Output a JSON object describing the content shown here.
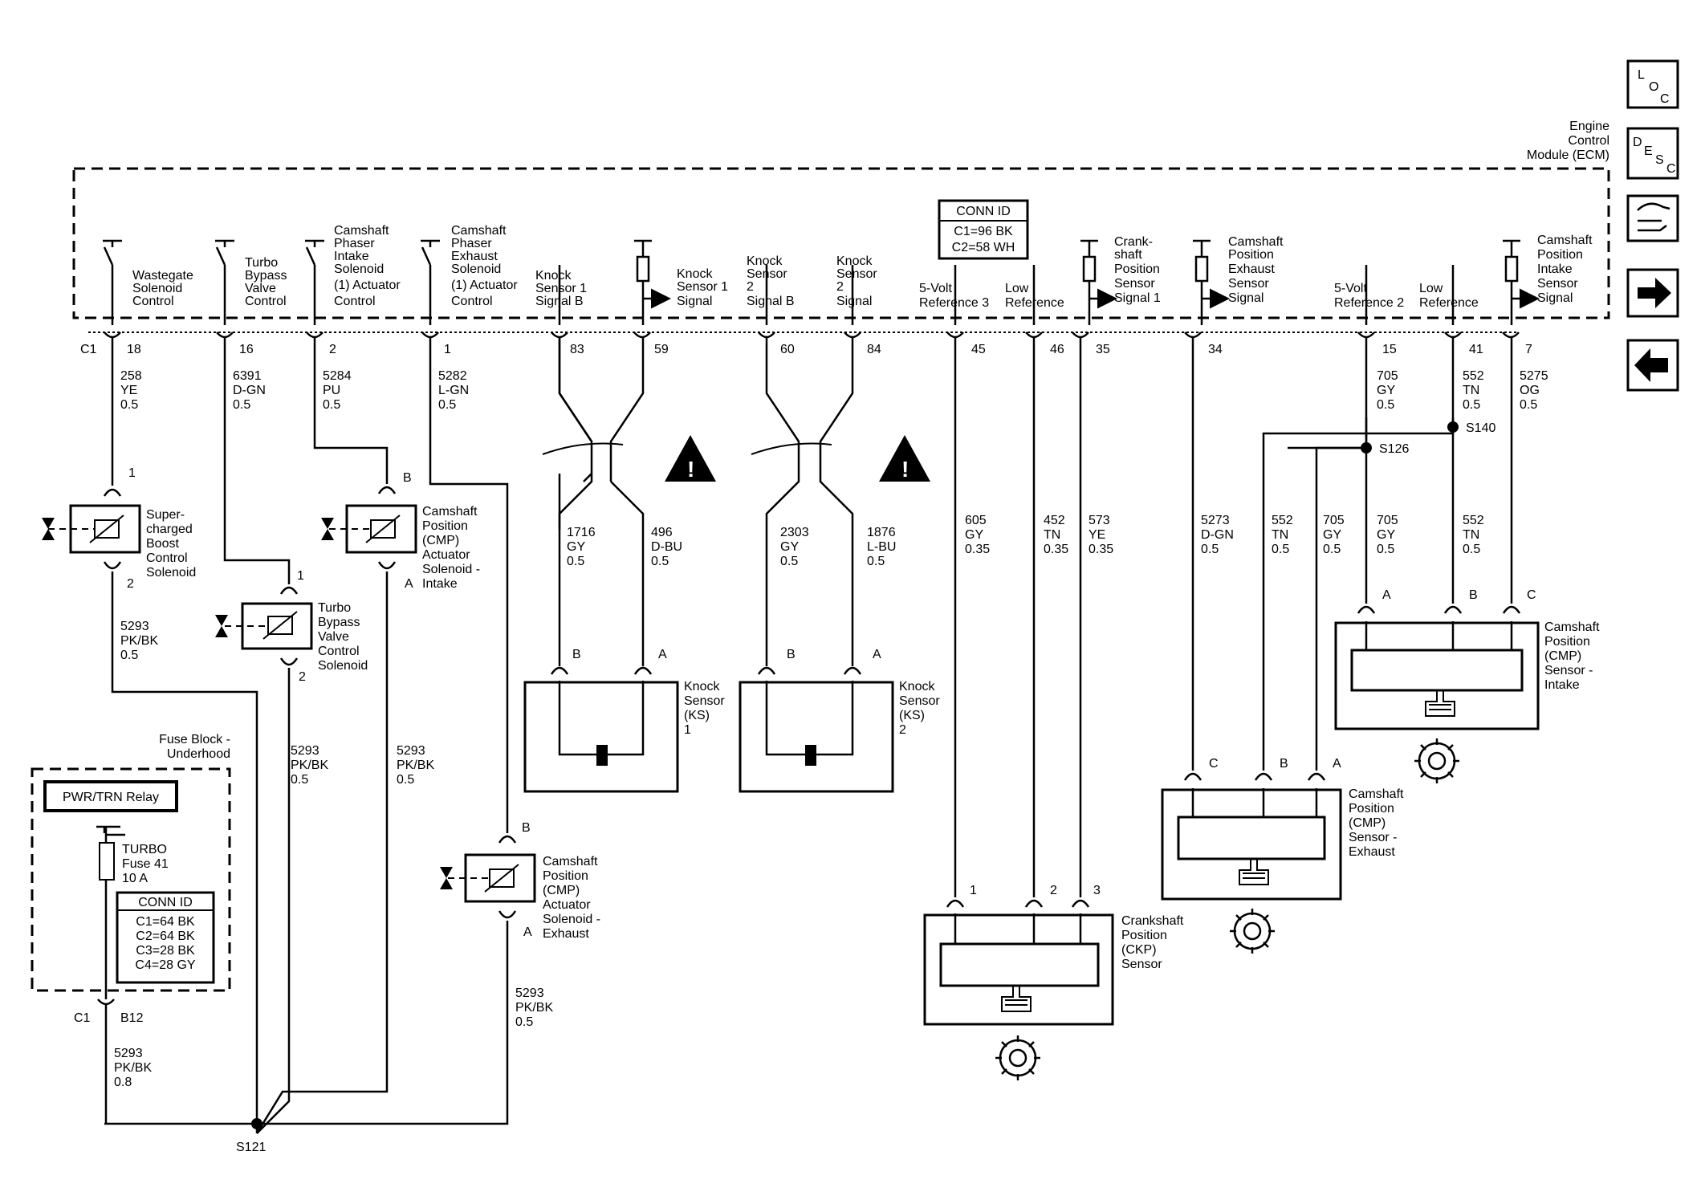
{
  "ecm": {
    "name_lines": [
      "Engine",
      "Control",
      "Module (ECM)"
    ],
    "conn_id_title": "CONN ID",
    "conn_id_lines": [
      "C1=96 BK",
      "C2=58 WH"
    ],
    "connector_label": "C1"
  },
  "nav": {
    "loc": [
      "L",
      "O",
      "C"
    ],
    "desc": [
      "D",
      "E",
      "S",
      "C"
    ]
  },
  "pins": [
    {
      "num": "18",
      "label": [
        "Wastegate",
        "Solenoid",
        "Control"
      ],
      "wire": [
        "258",
        "YE",
        "0.5"
      ]
    },
    {
      "num": "16",
      "label": [
        "Turbo",
        "Bypass",
        "Valve",
        "Control"
      ],
      "wire": [
        "6391",
        "D-GN",
        "0.5"
      ]
    },
    {
      "num": "2",
      "label": [
        "Camshaft",
        "Phaser",
        "Intake",
        "Solenoid",
        "(1) Actuator",
        "Control"
      ],
      "wire": [
        "5284",
        "PU",
        "0.5"
      ]
    },
    {
      "num": "1",
      "label": [
        "Camshaft",
        "Phaser",
        "Exhaust",
        "Solenoid",
        "(1) Actuator",
        "Control"
      ],
      "wire": [
        "5282",
        "L-GN",
        "0.5"
      ]
    },
    {
      "num": "83",
      "label": [
        "Knock",
        "Sensor 1",
        "Signal B"
      ]
    },
    {
      "num": "59",
      "label": [
        "Knock",
        "Sensor 1",
        "Signal"
      ]
    },
    {
      "num": "60",
      "label": [
        "Knock",
        "Sensor",
        "2",
        "Signal B"
      ]
    },
    {
      "num": "84",
      "label": [
        "Knock",
        "Sensor",
        "2",
        "Signal"
      ]
    },
    {
      "num": "45",
      "label": [
        "5-Volt",
        "Reference 3"
      ]
    },
    {
      "num": "46",
      "label": [
        "Low",
        "Reference"
      ]
    },
    {
      "num": "35",
      "label": [
        "Crank-",
        "shaft",
        "Position",
        "Sensor",
        "Signal 1"
      ]
    },
    {
      "num": "34",
      "label": [
        "Camshaft",
        "Position",
        "Exhaust",
        "Sensor",
        "Signal"
      ]
    },
    {
      "num": "15",
      "label": [
        "5-Volt",
        "Reference 2"
      ],
      "wire": [
        "705",
        "GY",
        "0.5"
      ]
    },
    {
      "num": "41",
      "label": [
        "Low",
        "Reference"
      ],
      "wire": [
        "552",
        "TN",
        "0.5"
      ]
    },
    {
      "num": "7",
      "label": [
        "Camshaft",
        "Position",
        "Intake",
        "Sensor",
        "Signal"
      ],
      "wire": [
        "5275",
        "OG",
        "0.5"
      ]
    }
  ],
  "components": {
    "boost": {
      "label": [
        "Super-",
        "charged",
        "Boost",
        "Control",
        "Solenoid"
      ],
      "pin_top": "1",
      "pin_bot": "2"
    },
    "bypass": {
      "label": [
        "Turbo",
        "Bypass",
        "Valve",
        "Control",
        "Solenoid"
      ],
      "pin_top": "1",
      "pin_bot": "2"
    },
    "cmp_intake_sol": {
      "label": [
        "Camshaft",
        "Position",
        "(CMP)",
        "Actuator",
        "Solenoid -",
        "Intake"
      ],
      "pin_top": "B",
      "pin_bot": "A"
    },
    "cmp_exhaust_sol": {
      "label": [
        "Camshaft",
        "Position",
        "(CMP)",
        "Actuator",
        "Solenoid -",
        "Exhaust"
      ],
      "pin_top": "B",
      "pin_bot": "A"
    },
    "ks1": {
      "label": [
        "Knock",
        "Sensor",
        "(KS)",
        "1"
      ],
      "pin_b": "B",
      "pin_a": "A"
    },
    "ks2": {
      "label": [
        "Knock",
        "Sensor",
        "(KS)",
        "2"
      ],
      "pin_b": "B",
      "pin_a": "A"
    },
    "ckp": {
      "label": [
        "Crankshaft",
        "Position",
        "(CKP)",
        "Sensor"
      ],
      "pins": [
        "1",
        "2",
        "3"
      ]
    },
    "cmp_exh": {
      "label": [
        "Camshaft",
        "Position",
        "(CMP)",
        "Sensor -",
        "Exhaust"
      ],
      "pins": [
        "C",
        "B",
        "A"
      ]
    },
    "cmp_int": {
      "label": [
        "Camshaft",
        "Position",
        "(CMP)",
        "Sensor -",
        "Intake"
      ],
      "pins": [
        "A",
        "B",
        "C"
      ]
    }
  },
  "wires": {
    "ks1_b": [
      "1716",
      "GY",
      "0.5"
    ],
    "ks1_a": [
      "496",
      "D-BU",
      "0.5"
    ],
    "ks2_b": [
      "2303",
      "GY",
      "0.5"
    ],
    "ks2_a": [
      "1876",
      "L-BU",
      "0.5"
    ],
    "ckp1": [
      "605",
      "GY",
      "0.35"
    ],
    "ckp2": [
      "452",
      "TN",
      "0.35"
    ],
    "ckp3": [
      "573",
      "YE",
      "0.35"
    ],
    "exh_c": [
      "5273",
      "D-GN",
      "0.5"
    ],
    "exh_b": [
      "552",
      "TN",
      "0.5"
    ],
    "exh_a": [
      "705",
      "GY",
      "0.5"
    ],
    "int_a": [
      "705",
      "GY",
      "0.5"
    ],
    "int_b": [
      "552",
      "TN",
      "0.5"
    ],
    "boost_out": [
      "5293",
      "PK/BK",
      "0.5"
    ],
    "bypass_out": [
      "5293",
      "PK/BK",
      "0.5"
    ],
    "intake_out": [
      "5293",
      "PK/BK",
      "0.5"
    ],
    "exhaust_out": [
      "5293",
      "PK/BK",
      "0.5"
    ],
    "fuse_out": [
      "5293",
      "PK/BK",
      "0.8"
    ]
  },
  "splices": {
    "s121": "S121",
    "s126": "S126",
    "s140": "S140"
  },
  "fuse_block": {
    "title": [
      "Fuse Block -",
      "Underhood"
    ],
    "relay": "PWR/TRN Relay",
    "fuse": [
      "TURBO",
      "Fuse 41",
      "10 A"
    ],
    "conn_id_title": "CONN ID",
    "conn_id_lines": [
      "C1=64 BK",
      "C2=64 BK",
      "C3=28 BK",
      "C4=28 GY"
    ],
    "connector_label": "C1",
    "pin": "B12"
  }
}
